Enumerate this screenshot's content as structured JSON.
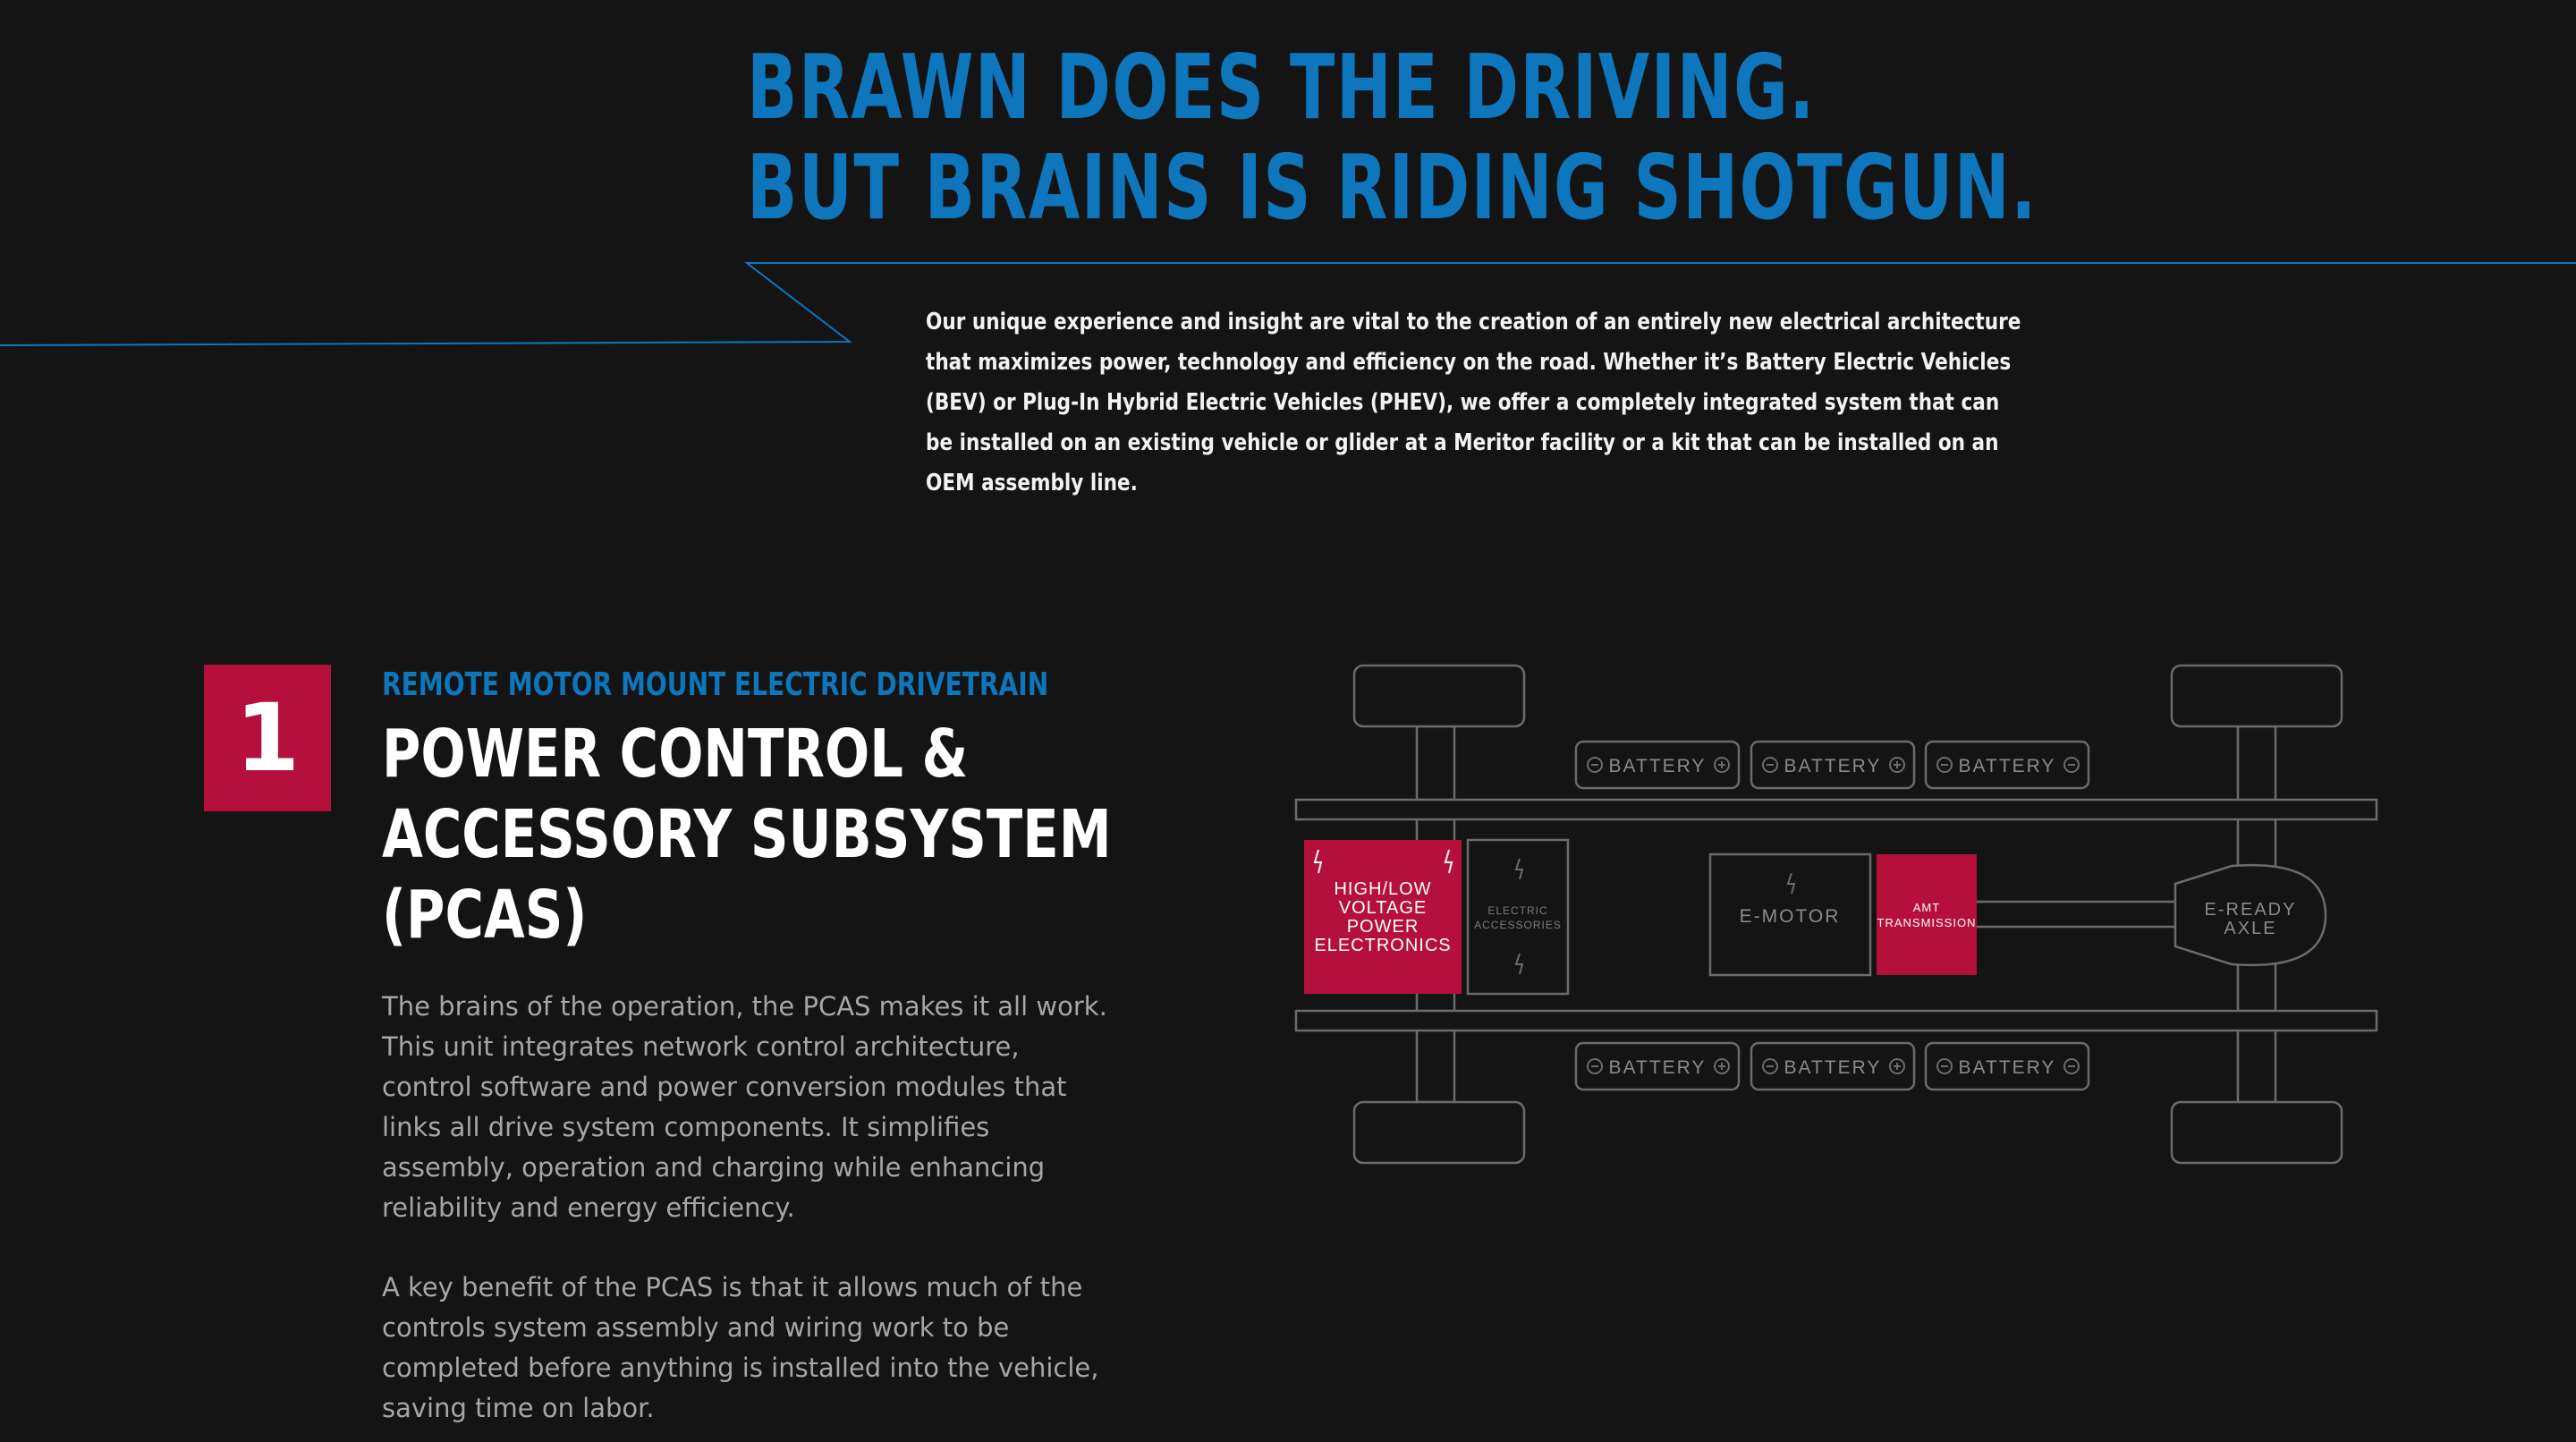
{
  "hero": {
    "headline_line1": "BRAWN DOES THE DRIVING.",
    "headline_line2": "BUT BRAINS IS RIDING SHOTGUN.",
    "intro": "Our unique experience and insight are vital to the creation of an entirely new electrical architecture that maximizes power, technology and efficiency on the road. Whether it’s Battery Electric Vehicles (BEV) or Plug-In Hybrid Electric Vehicles (PHEV), we offer a completely integrated system that can be installed on an existing vehicle or glider at a Meritor facility or a kit that can be installed on an OEM assembly line."
  },
  "section": {
    "number": "1",
    "eyebrow": "REMOTE MOTOR MOUNT ELECTRIC DRIVETRAIN",
    "title_line1": "POWER CONTROL &",
    "title_line2": "ACCESSORY SUBSYSTEM",
    "title_line3": "(PCAS)",
    "body_1": "The brains of the operation, the PCAS makes it all work. This unit integrates network control architecture, control software and power conversion modules that links all drive system components. It simplifies assembly, operation and charging while enhancing reliability and energy efficiency.",
    "body_2": "A key benefit of the PCAS is that it allows much of the controls system assembly and wiring work to be completed before anything is installed into the vehicle, saving time on labor."
  },
  "diagram": {
    "battery_label": "BATTERY",
    "hv_line1": "HIGH/LOW",
    "hv_line2": "VOLTAGE",
    "hv_line3": "POWER",
    "hv_line4": "ELECTRONICS",
    "acc_line1": "ELECTRIC",
    "acc_line2": "ACCESSORIES",
    "emotor_label": "E-MOTOR",
    "amt_line1": "AMT",
    "amt_line2": "TRANSMISSION",
    "axle_line1": "E-READY",
    "axle_line2": "AXLE",
    "colors": {
      "highlight": "#b5103c",
      "outline": "#6b6b6b",
      "accent": "#0e76bc"
    }
  }
}
